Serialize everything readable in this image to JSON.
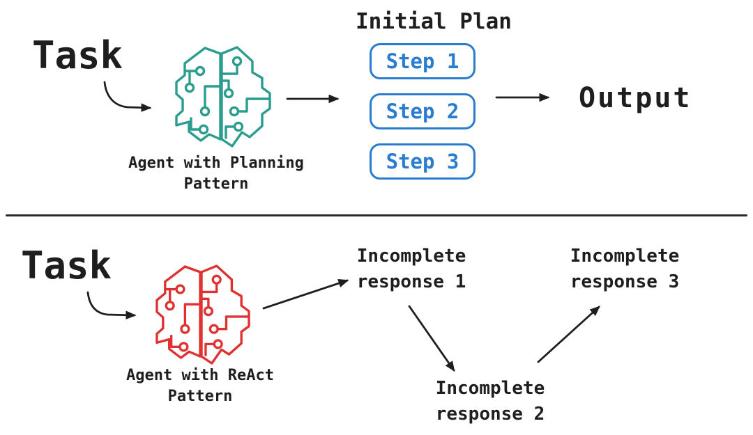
{
  "colors": {
    "planning_teal": "#2a9d8f",
    "react_red": "#e03131",
    "plan_blue": "#2a7ccf",
    "ink": "#1e1e1e",
    "background": "#ffffff"
  },
  "icons": {
    "agent": "circuit-brain-icon",
    "arrows": "black-solid-arrowhead"
  },
  "planning_flow": {
    "task_label": "Task",
    "agent_caption_line1": "Agent with Planning",
    "agent_caption_line2": "Pattern",
    "plan_title": "Initial Plan",
    "steps": [
      "Step 1",
      "Step 2",
      "Step 3"
    ],
    "output_label": "Output"
  },
  "react_flow": {
    "task_label": "Task",
    "agent_caption_line1": "Agent with ReAct",
    "agent_caption_line2": "Pattern",
    "responses": [
      {
        "line1": "Incomplete",
        "line2": "response 1"
      },
      {
        "line1": "Incomplete",
        "line2": "response 2"
      },
      {
        "line1": "Incomplete",
        "line2": "response 3"
      }
    ]
  }
}
